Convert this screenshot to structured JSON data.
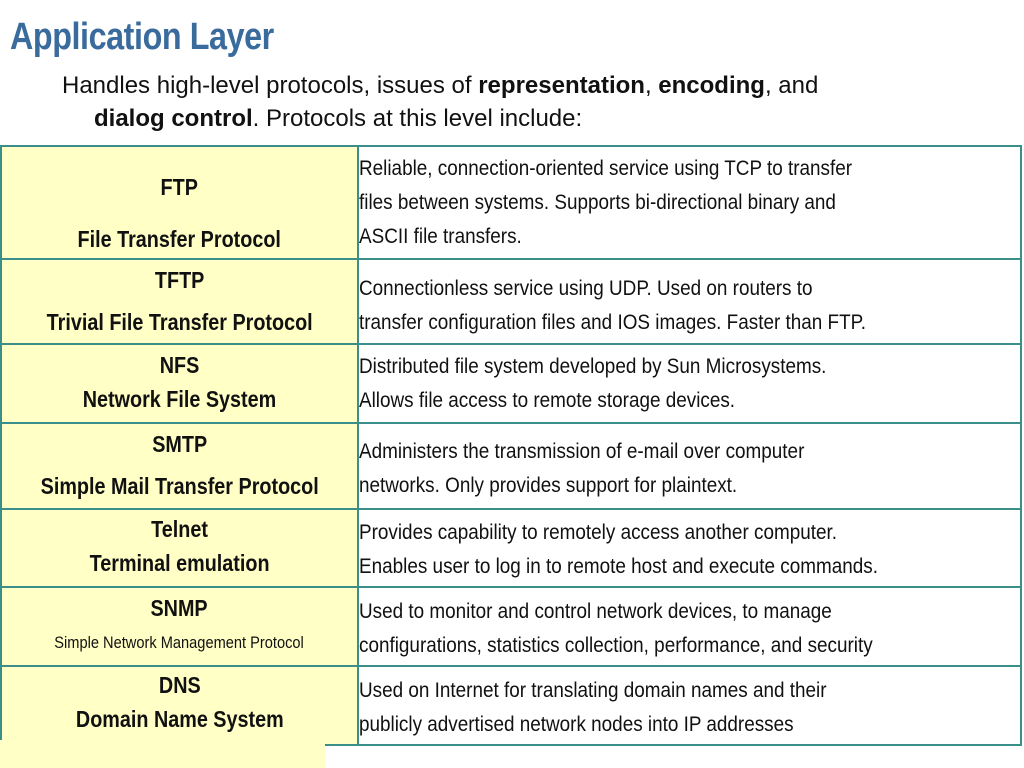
{
  "slide": {
    "title": "Application Layer",
    "intro": {
      "part1": "Handles high-level protocols, issues of ",
      "bold1": "representation",
      "sep1": ", ",
      "bold2": "encoding",
      "sep2": ", and",
      "bold3": "dialog control",
      "part2": ". Protocols at this level include:"
    }
  },
  "protocols": [
    {
      "abbr": "FTP",
      "full": "File Transfer Protocol",
      "desc": [
        "Reliable, connection-oriented service using TCP to transfer",
        "files between systems. Supports bi-directional binary and",
        "ASCII file transfers."
      ]
    },
    {
      "abbr": "TFTP",
      "full": "Trivial File Transfer Protocol",
      "desc": [
        "Connectionless service using UDP. Used on routers to",
        "transfer configuration files and IOS images. Faster than FTP."
      ]
    },
    {
      "abbr": "NFS",
      "full": "Network File System",
      "desc": [
        "Distributed file system developed by Sun Microsystems.",
        "Allows file access to remote storage devices."
      ]
    },
    {
      "abbr": "SMTP",
      "full": "Simple Mail Transfer Protocol",
      "desc": [
        "Administers the transmission of e-mail over computer",
        "networks. Only provides support for plaintext."
      ]
    },
    {
      "abbr": "Telnet",
      "full": "Terminal emulation",
      "desc": [
        "Provides capability to remotely access another computer.",
        "Enables user to log in to remote host and execute commands."
      ]
    },
    {
      "abbr": "SNMP",
      "full": "Simple Network Management Protocol",
      "desc": [
        "Used to monitor and control network devices, to manage",
        "configurations, statistics collection, performance, and security"
      ]
    },
    {
      "abbr": "DNS",
      "full": "Domain Name System",
      "desc": [
        "Used on Internet for translating domain names and their",
        "publicly advertised network nodes into IP addresses"
      ]
    }
  ]
}
